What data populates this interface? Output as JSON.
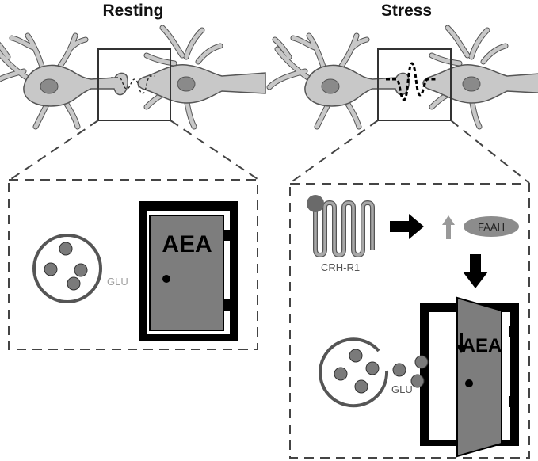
{
  "panels": {
    "resting": {
      "title": "Resting",
      "door_label": "AEA",
      "glu_label": "GLU"
    },
    "stress": {
      "title": "Stress",
      "door_label": "AEA",
      "glu_label": "GLU",
      "receptor_label": "CRH-R1",
      "enzyme_label": "FAAH"
    }
  },
  "colors": {
    "neuron_fill": "#c8c8c8",
    "neuron_stroke": "#555555",
    "nucleus": "#8a8a8a",
    "door": "#7d7d7d",
    "vesicle": "#7a7a7a",
    "faah": "#8c8c8c",
    "arrow": "#000000"
  }
}
